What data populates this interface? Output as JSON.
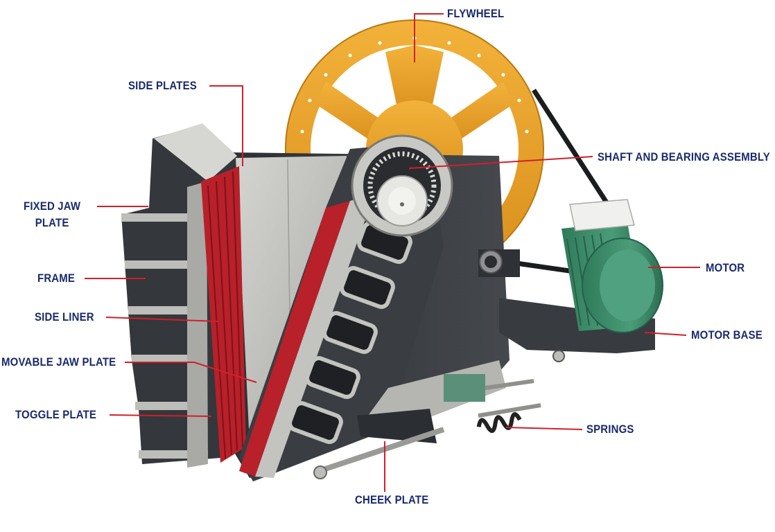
{
  "labels": {
    "flywheel": "FLYWHEEL",
    "side_plates": "SIDE PLATES",
    "shaft_bearing": "SHAFT AND BEARING ASSEMBLY",
    "fixed_jaw_line1": "FIXED JAW",
    "fixed_jaw_line2": "PLATE",
    "frame": "FRAME",
    "motor": "MOTOR",
    "side_liner": "SIDE LINER",
    "motor_base": "MOTOR BASE",
    "movable_jaw": "MOVABLE JAW PLATE",
    "toggle_plate": "TOGGLE PLATE",
    "springs": "SPRINGS",
    "cheek_plate": "CHEEK PLATE"
  },
  "colors": {
    "label_text": "#1a2a6c",
    "leader_line": "#d0202a",
    "flywheel": "#eba52a",
    "frame_dark": "#3a3d42",
    "steel_light": "#b9b9b6",
    "jaw_red": "#b8202a",
    "motor_green": "#3f8f6e"
  }
}
